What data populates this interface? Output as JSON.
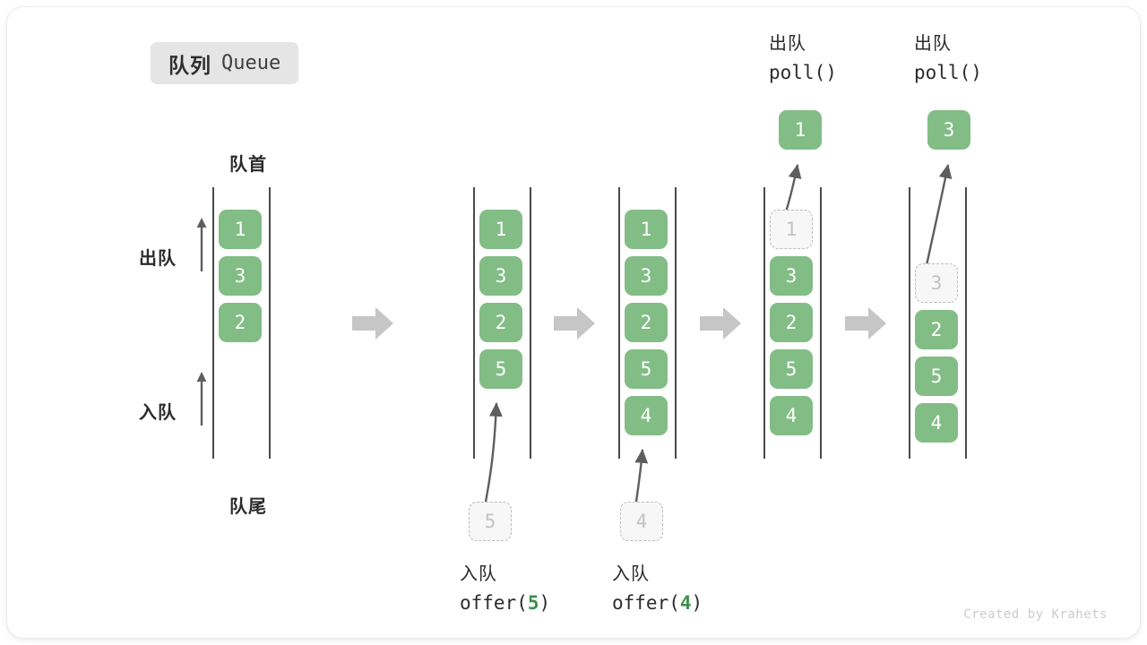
{
  "title": {
    "cn": "队列",
    "en": "Queue"
  },
  "labels": {
    "head": "队首",
    "tail": "队尾",
    "dequeue": "出队",
    "enqueue": "入队"
  },
  "credit": "Created by Krahets",
  "colors": {
    "filled": "#82bd86",
    "ghost_fill": "#f7f7f7",
    "ghost_border": "#bdbdbd",
    "rail": "#4a4a4a",
    "badge_bg": "#e5e5e5",
    "step_arrow": "#c6c6c6",
    "accent_number": "#3f8f4f",
    "text": "#2b2b2b",
    "credit": "#cccccc"
  },
  "stages": [
    {
      "id": "initial",
      "cells": [
        "1",
        "3",
        "2"
      ],
      "ghost_index": -1,
      "caption_cn": "",
      "caption_code": "",
      "op_cn": "",
      "op_code": "",
      "popped": ""
    },
    {
      "id": "offer-5",
      "cells": [
        "1",
        "3",
        "2",
        "5"
      ],
      "ghost_index": -1,
      "caption_cn": "入队",
      "caption_code": "offer(5)",
      "caption_value": "5",
      "incoming": "5"
    },
    {
      "id": "offer-4",
      "cells": [
        "1",
        "3",
        "2",
        "5",
        "4"
      ],
      "ghost_index": -1,
      "caption_cn": "入队",
      "caption_code": "offer(4)",
      "caption_value": "4",
      "incoming": "4"
    },
    {
      "id": "poll-1",
      "cells": [
        "1",
        "3",
        "2",
        "5",
        "4"
      ],
      "ghost_index": 0,
      "op_cn": "出队",
      "op_code": "poll()",
      "popped": "1"
    },
    {
      "id": "poll-3",
      "cells": [
        "3",
        "2",
        "5",
        "4"
      ],
      "ghost_index": 0,
      "op_cn": "出队",
      "op_code": "poll()",
      "popped": "3"
    }
  ],
  "step_arrows": 4
}
